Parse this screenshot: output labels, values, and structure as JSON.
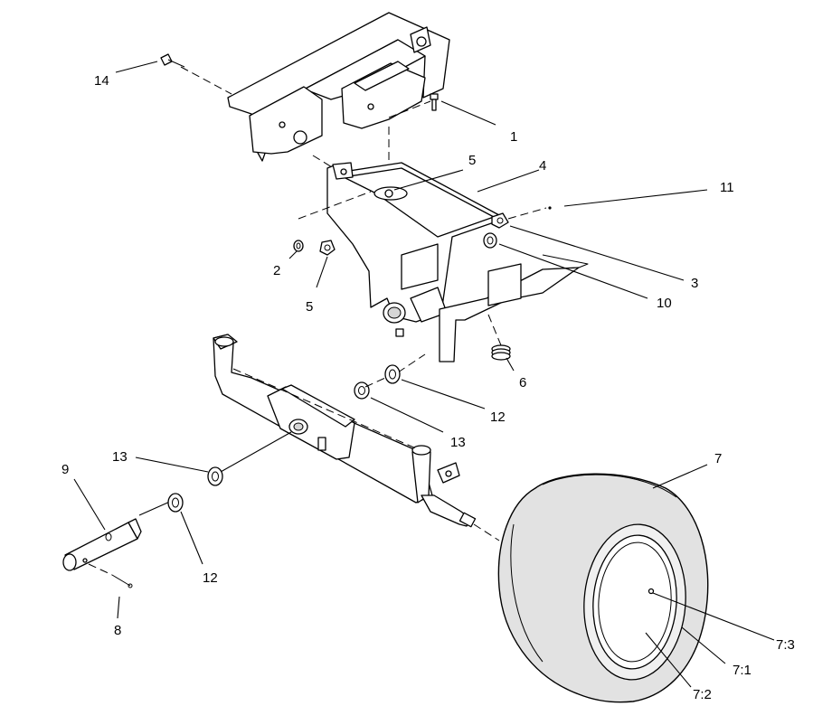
{
  "callouts": [
    {
      "id": "c14",
      "text": "14"
    },
    {
      "id": "c1",
      "text": "1"
    },
    {
      "id": "c5a",
      "text": "5"
    },
    {
      "id": "c4",
      "text": "4"
    },
    {
      "id": "c11",
      "text": "11"
    },
    {
      "id": "c2",
      "text": "2"
    },
    {
      "id": "c5b",
      "text": "5"
    },
    {
      "id": "c3",
      "text": "3"
    },
    {
      "id": "c10",
      "text": "10"
    },
    {
      "id": "c6",
      "text": "6"
    },
    {
      "id": "c12a",
      "text": "12"
    },
    {
      "id": "c13a",
      "text": "13"
    },
    {
      "id": "c7",
      "text": "7"
    },
    {
      "id": "c13b",
      "text": "13"
    },
    {
      "id": "c9",
      "text": "9"
    },
    {
      "id": "c12b",
      "text": "12"
    },
    {
      "id": "c8",
      "text": "8"
    },
    {
      "id": "c73",
      "text": "7:3"
    },
    {
      "id": "c71",
      "text": "7:1"
    },
    {
      "id": "c72",
      "text": "7:2"
    }
  ]
}
